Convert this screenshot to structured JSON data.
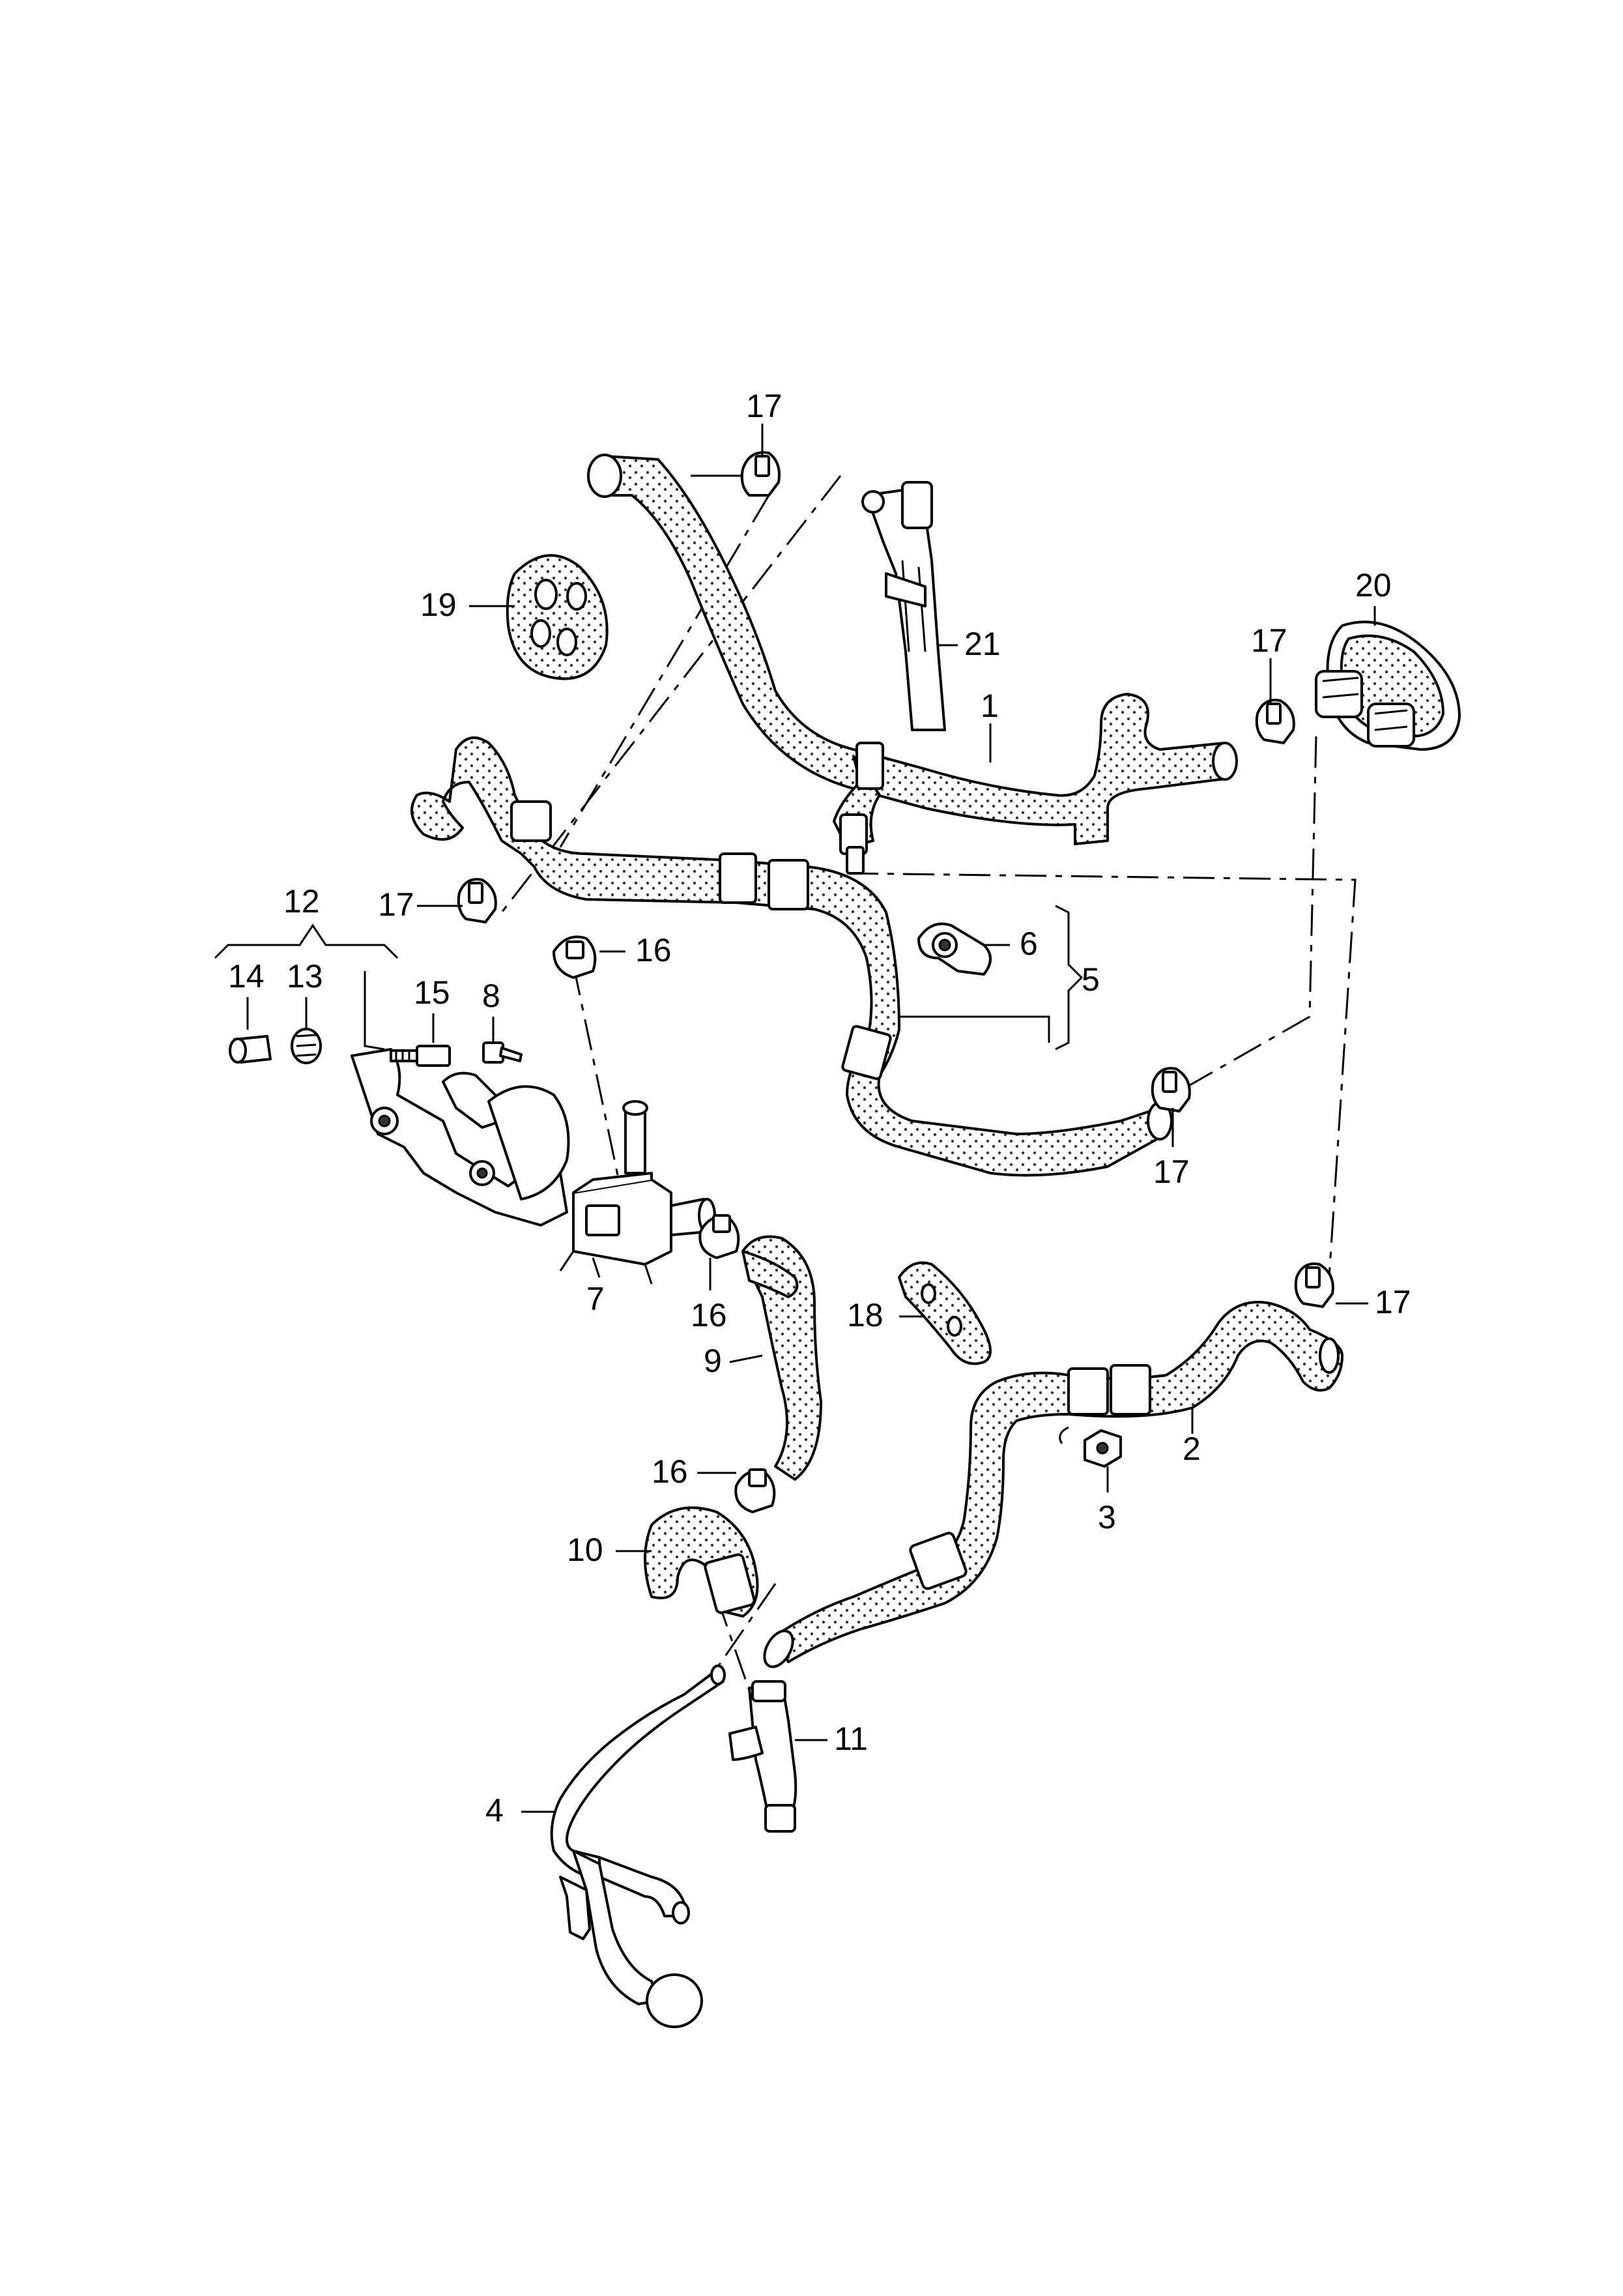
{
  "diagram": {
    "callouts": {
      "c1": "1",
      "c2": "2",
      "c3": "3",
      "c4": "4",
      "c5": "5",
      "c6": "6",
      "c7": "7",
      "c8": "8",
      "c9": "9",
      "c10": "10",
      "c11": "11",
      "c12": "12",
      "c13": "13",
      "c14": "14",
      "c15": "15",
      "c16a": "16",
      "c16b": "16",
      "c16c": "16",
      "c17a": "17",
      "c17b": "17",
      "c17c": "17",
      "c17d": "17",
      "c17e": "17",
      "c18": "18",
      "c19": "19",
      "c20": "20",
      "c21": "21"
    },
    "style": {
      "line_color": "#000000",
      "hose_dot_color": "#333333",
      "background": "#ffffff"
    }
  }
}
